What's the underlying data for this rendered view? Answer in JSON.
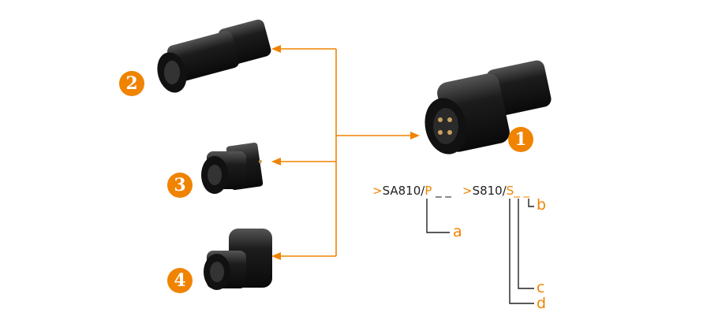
{
  "colors": {
    "accent": "#f08300",
    "line": "#222222",
    "connector": "#1a1a1a"
  },
  "badges": [
    "1",
    "2",
    "3",
    "4"
  ],
  "codes": [
    {
      "prefix": ">",
      "body": "SA810/",
      "highlight": "P",
      "suffix": "_ _"
    },
    {
      "prefix": ">",
      "body": "S810/",
      "highlight": "S",
      "suffix": "_ _"
    }
  ],
  "labels": {
    "a": "a",
    "b": "b",
    "c": "c",
    "d": "d"
  }
}
